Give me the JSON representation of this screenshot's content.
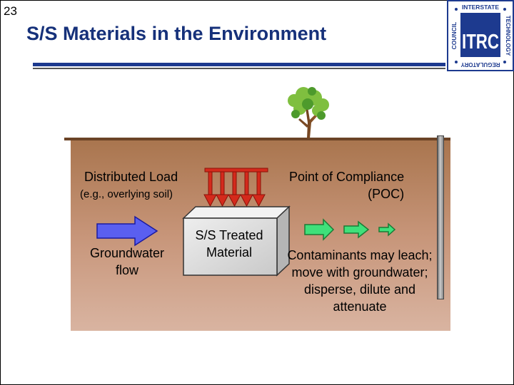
{
  "slide": {
    "number": "23",
    "title": "S/S Materials in the Environment"
  },
  "logo": {
    "top_text": "INTERSTATE",
    "right_text": "TECHNOLOGY",
    "left_text": "COUNCIL",
    "bottom_text": "REGULATORY",
    "mark": "ITRC"
  },
  "diagram": {
    "load_label": "Distributed Load",
    "load_example": "(e.g., overlying soil)",
    "poc_line1": "Point of Compliance",
    "poc_line2": "(POC)",
    "groundwater_line1": "Groundwater",
    "groundwater_line2": "flow",
    "material_line1": "S/S Treated",
    "material_line2": "Material",
    "contaminants_text": "Contaminants may leach; move with groundwater; disperse, dilute and attenuate"
  },
  "colors": {
    "title": "#16317a",
    "load_arrows": "#d42a1c",
    "groundwater_arrow": "#5a5ff0",
    "contaminant_arrows": "#3fe07a",
    "soil_top": "#a9754e",
    "soil_bottom": "#d9b4a1"
  },
  "icons": [
    "tree-icon",
    "itrc-logo"
  ]
}
